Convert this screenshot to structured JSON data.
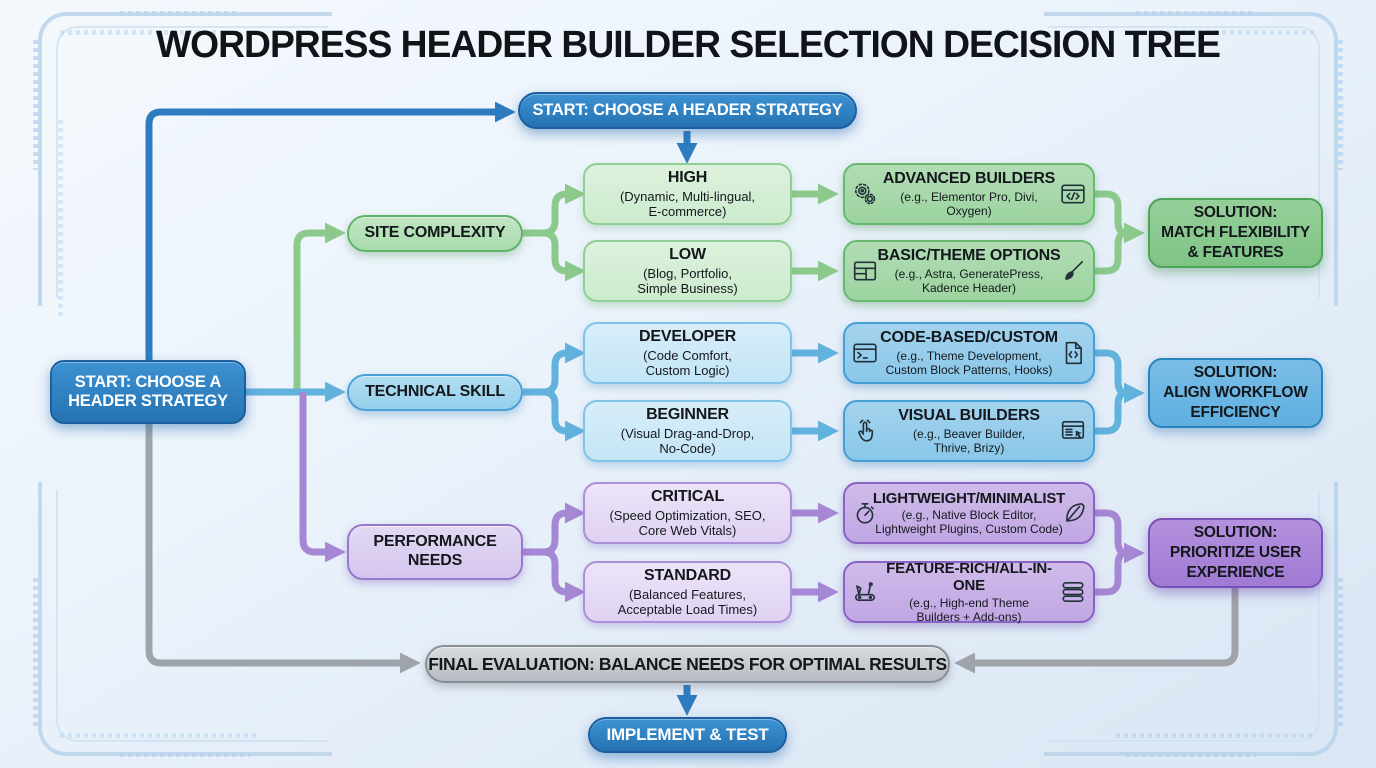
{
  "title": "WORDPRESS HEADER BUILDER SELECTION DECISION TREE",
  "start_top": {
    "label": "START: CHOOSE A HEADER STRATEGY"
  },
  "start_left": {
    "label": "START: CHOOSE A\nHEADER STRATEGY"
  },
  "branches": [
    {
      "id": "site-complexity",
      "category": "SITE COMPLEXITY",
      "options": [
        {
          "title": "HIGH",
          "subtitle": "(Dynamic, Multi-lingual,\nE-commerce)"
        },
        {
          "title": "LOW",
          "subtitle": "(Blog, Portfolio,\nSimple Business)"
        }
      ],
      "builders": [
        {
          "title": "ADVANCED BUILDERS",
          "subtitle": "(e.g., Elementor Pro, Divi,\nOxygen)",
          "icon_left": "gears-icon",
          "icon_right": "code-window-icon"
        },
        {
          "title": "BASIC/THEME OPTIONS",
          "subtitle": "(e.g., Astra, GeneratePress,\nKadence Header)",
          "icon_left": "layout-icon",
          "icon_right": "paintbrush-icon"
        }
      ],
      "solution": "SOLUTION:\nMATCH FLEXIBILITY\n& FEATURES"
    },
    {
      "id": "technical-skill",
      "category": "TECHNICAL SKILL",
      "options": [
        {
          "title": "DEVELOPER",
          "subtitle": "(Code Comfort,\nCustom Logic)"
        },
        {
          "title": "BEGINNER",
          "subtitle": "(Visual Drag-and-Drop,\nNo-Code)"
        }
      ],
      "builders": [
        {
          "title": "CODE-BASED/CUSTOM",
          "subtitle": "(e.g., Theme Development,\nCustom Block Patterns, Hooks)",
          "icon_left": "terminal-icon",
          "icon_right": "code-file-icon"
        },
        {
          "title": "VISUAL BUILDERS",
          "subtitle": "(e.g., Beaver Builder,\nThrive, Brizy)",
          "icon_left": "tap-hand-icon",
          "icon_right": "builder-cursor-icon"
        }
      ],
      "solution": "SOLUTION:\nALIGN WORKFLOW\nEFFICIENCY"
    },
    {
      "id": "performance-needs",
      "category": "PERFORMANCE\nNEEDS",
      "options": [
        {
          "title": "CRITICAL",
          "subtitle": "(Speed Optimization, SEO,\nCore Web Vitals)"
        },
        {
          "title": "STANDARD",
          "subtitle": "(Balanced Features,\nAcceptable Load Times)"
        }
      ],
      "builders": [
        {
          "title": "LIGHTWEIGHT/MINIMALIST",
          "subtitle": "(e.g., Native Block Editor,\nLightweight Plugins, Custom Code)",
          "icon_left": "stopwatch-icon",
          "icon_right": "feather-icon"
        },
        {
          "title": "FEATURE-RICH/ALL-IN-ONE",
          "subtitle": "(e.g., High-end Theme\nBuilders + Add-ons)",
          "icon_left": "multitool-icon",
          "icon_right": "stack-icon"
        }
      ],
      "solution": "SOLUTION:\nPRIORITIZE USER\nEXPERIENCE"
    }
  ],
  "final": {
    "label": "FINAL EVALUATION: BALANCE NEEDS FOR OPTIMAL RESULTS"
  },
  "implement": {
    "label": "IMPLEMENT & TEST"
  },
  "colors": {
    "start_blue": "#2979b8",
    "green_accent": "#6abb70",
    "blue_accent": "#47a0d8",
    "purple_accent": "#9878cc",
    "gray_accent": "#9fa4ab"
  }
}
